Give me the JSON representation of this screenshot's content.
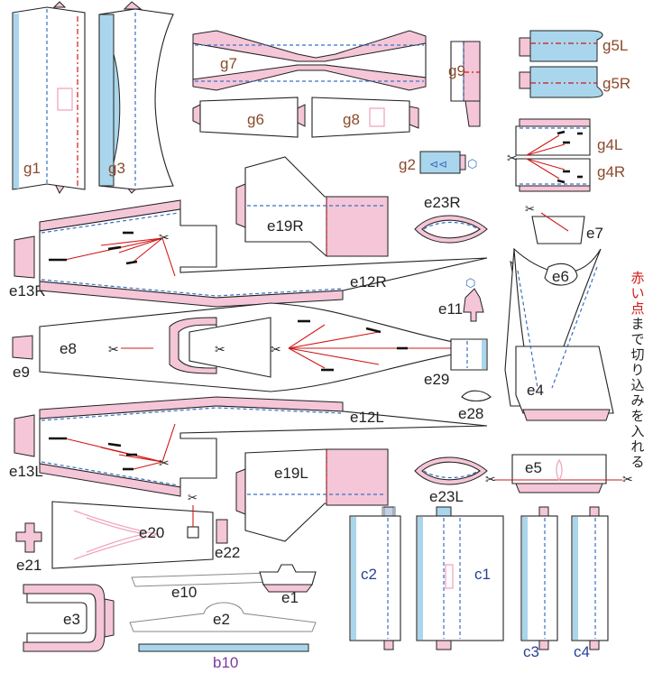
{
  "labels": {
    "g1": "g1",
    "g3": "g3",
    "g7": "g7",
    "g6": "g6",
    "g8": "g8",
    "g9": "g9",
    "g5L": "g5L",
    "g5R": "g5R",
    "g4L": "g4L",
    "g4R": "g4R",
    "g2": "g2",
    "e19R": "e19R",
    "e23R": "e23R",
    "e7": "e7",
    "e6": "e6",
    "e13R": "e13R",
    "e12R": "e12R",
    "e11": "e11",
    "e8": "e8",
    "e9": "e9",
    "e29": "e29",
    "e28": "e28",
    "e4": "e4",
    "e12L": "e12L",
    "e13L": "e13L",
    "e19L": "e19L",
    "e5": "e5",
    "e23L": "e23L",
    "e20": "e20",
    "e21": "e21",
    "e22": "e22",
    "e10": "e10",
    "e1": "e1",
    "e3": "e3",
    "e2": "e2",
    "b10": "b10",
    "c2": "c2",
    "c1": "c1",
    "c3": "c3",
    "c4": "c4"
  },
  "note": {
    "red_part": "赤い点",
    "rest": "まで切り込みを入れる"
  },
  "colors": {
    "outline": "#222222",
    "glue_tab": "#f4c6d8",
    "blue_fill": "#a9d6ec",
    "fold_blue": "#3a6fc4",
    "cut_red": "#d01818",
    "label_brown": "#8b4a2b",
    "label_blue": "#2b3f99",
    "label_purple": "#7a3aa0"
  }
}
